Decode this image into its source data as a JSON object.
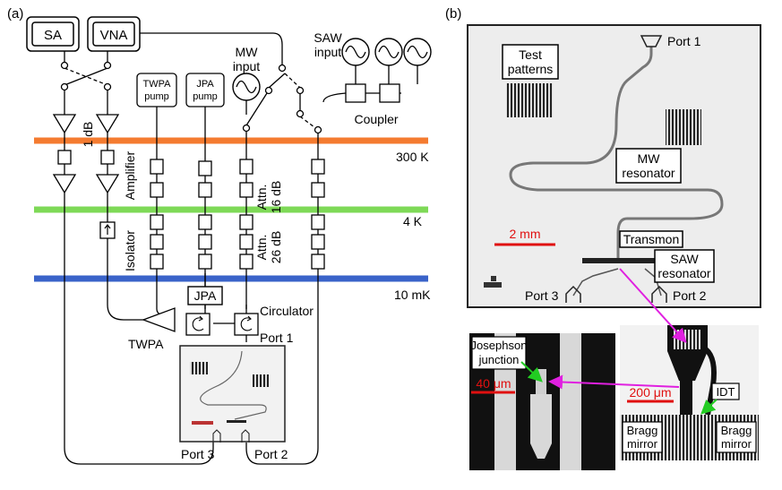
{
  "panel_a": {
    "label": "(a)",
    "instruments": {
      "sa": "SA",
      "vna": "VNA"
    },
    "sources": {
      "mw_line1": "MW",
      "mw_line2": "input",
      "saw_line1": "SAW",
      "saw_line2": "input"
    },
    "pumps": {
      "twpa_line1": "TWPA",
      "twpa_line2": "pump",
      "jpa_line1": "JPA",
      "jpa_line2": "pump"
    },
    "coupler": "Coupler",
    "temperatures": {
      "t300": "300 K",
      "t4": "4 K",
      "t10": "10 mK"
    },
    "labels": {
      "one_db": "1 dB",
      "amplifier": "Amplifier",
      "isolator": "Isolator",
      "attn16_line1": "Attn.",
      "attn16_line2": "16 dB",
      "attn26_line1": "Attn.",
      "attn26_line2": "26 dB",
      "jpa": "JPA",
      "twpa": "TWPA",
      "circulator": "Circulator",
      "port1": "Port 1",
      "port2": "Port 2",
      "port3": "Port 3"
    },
    "colors": {
      "line_300k": "#f47b30",
      "line_4k": "#7ed957",
      "line_10mk": "#3a63c9"
    }
  },
  "panel_b": {
    "label": "(b)",
    "chip": {
      "port1": "Port 1",
      "port2": "Port 2",
      "port3": "Port 3",
      "test_patterns_line1": "Test",
      "test_patterns_line2": "patterns",
      "mw_res_line1": "MW",
      "mw_res_line2": "resonator",
      "transmon": "Transmon",
      "saw_res_line1": "SAW",
      "saw_res_line2": "resonator",
      "scale": "2 mm"
    },
    "inset_junction": {
      "label_line1": "Josephson",
      "label_line2": "junction",
      "scale": "40 μm"
    },
    "inset_idt": {
      "scale": "200 μm",
      "idt": "IDT",
      "bragg_left_line1": "Bragg",
      "bragg_left_line2": "mirror",
      "bragg_right_line1": "Bragg",
      "bragg_right_line2": "mirror"
    },
    "colors": {
      "scale_bar": "#e01010",
      "pointer": "#e020e0",
      "arrow": "#22cc22"
    }
  }
}
